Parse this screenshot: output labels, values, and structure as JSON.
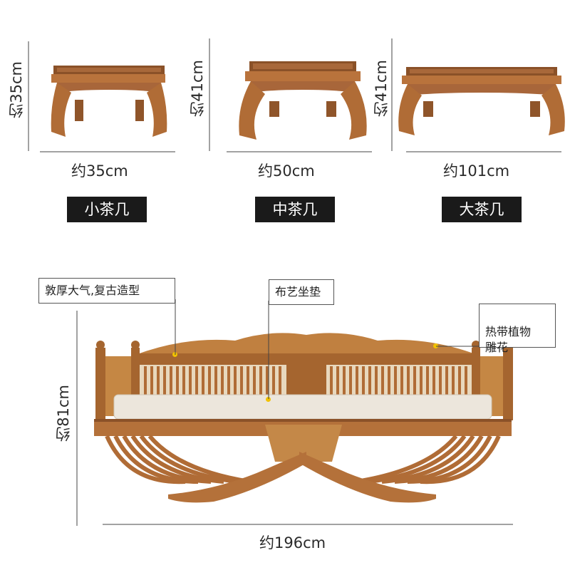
{
  "tables": [
    {
      "name": "小茶几",
      "width": "约35cm",
      "height": "约35cm"
    },
    {
      "name": "中茶几",
      "width": "约50cm",
      "height": "约41cm"
    },
    {
      "name": "大茶几",
      "width": "约101cm",
      "height": "约41cm"
    }
  ],
  "sofa": {
    "width": "约196cm",
    "height": "约81cm",
    "callouts": [
      {
        "text": "敦厚大气,复古造型"
      },
      {
        "text": "布艺坐垫"
      },
      {
        "text": "热带植物\n雕花"
      }
    ]
  },
  "colors": {
    "wood": "#b9733c",
    "wood_dark": "#7a4420",
    "cushion": "#ece6dc",
    "tag_bg": "#1a1a1a",
    "marker": "#f2c200"
  }
}
